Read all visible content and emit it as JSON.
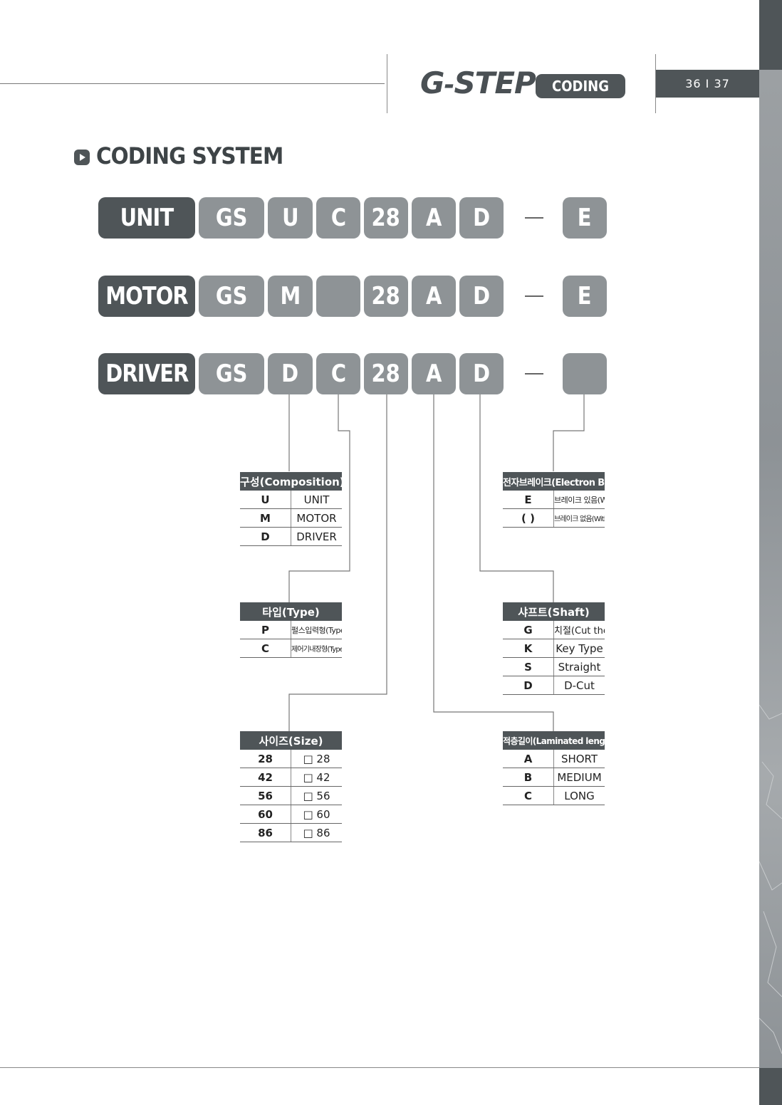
{
  "header": {
    "brand_g": "G",
    "brand_dash": "-",
    "brand_step": "STEP",
    "badge": "CODING",
    "page": "36 I 37"
  },
  "section_title": "CODING SYSTEM",
  "rows": [
    {
      "label": "UNIT",
      "codes": [
        "GS",
        "U",
        "C",
        "28",
        "A",
        "D"
      ],
      "last": "E"
    },
    {
      "label": "MOTOR",
      "codes": [
        "GS",
        "M",
        "",
        "28",
        "A",
        "D"
      ],
      "last": "E"
    },
    {
      "label": "DRIVER",
      "codes": [
        "GS",
        "D",
        "C",
        "28",
        "A",
        "D"
      ],
      "last": ""
    }
  ],
  "tables": {
    "composition": {
      "header": "구성(Composition)",
      "rows": [
        [
          "U",
          "UNIT"
        ],
        [
          "M",
          "MOTOR"
        ],
        [
          "D",
          "DRIVER"
        ]
      ]
    },
    "type": {
      "header": "타입(Type)",
      "rows": [
        [
          "P",
          "펄스입력형(Type pulse input )"
        ],
        [
          "C",
          "제어기내장형(Type built-in controller)"
        ]
      ]
    },
    "size": {
      "header": "사이즈(Size)",
      "rows": [
        [
          "28",
          "□ 28"
        ],
        [
          "42",
          "□ 42"
        ],
        [
          "56",
          "□ 56"
        ],
        [
          "60",
          "□ 60"
        ],
        [
          "86",
          "□ 86"
        ]
      ]
    },
    "brake": {
      "header": "전자브레이크(Electron Brake)",
      "rows": [
        [
          "E",
          "브레이크 있음(With brake)"
        ],
        [
          "(   )",
          "브레이크 없음(Without brake)"
        ]
      ]
    },
    "shaft": {
      "header": "샤프트(Shaft)",
      "rows": [
        [
          "G",
          "치절(Cut the cogs)"
        ],
        [
          "K",
          "Key Type"
        ],
        [
          "S",
          "Straight"
        ],
        [
          "D",
          "D-Cut"
        ]
      ]
    },
    "length": {
      "header": "적층길이(Laminated length)",
      "rows": [
        [
          "A",
          "SHORT"
        ],
        [
          "B",
          "MEDIUM"
        ],
        [
          "C",
          "LONG"
        ]
      ]
    }
  },
  "colors": {
    "dark": "#4f5558",
    "medium": "#8e9396"
  }
}
